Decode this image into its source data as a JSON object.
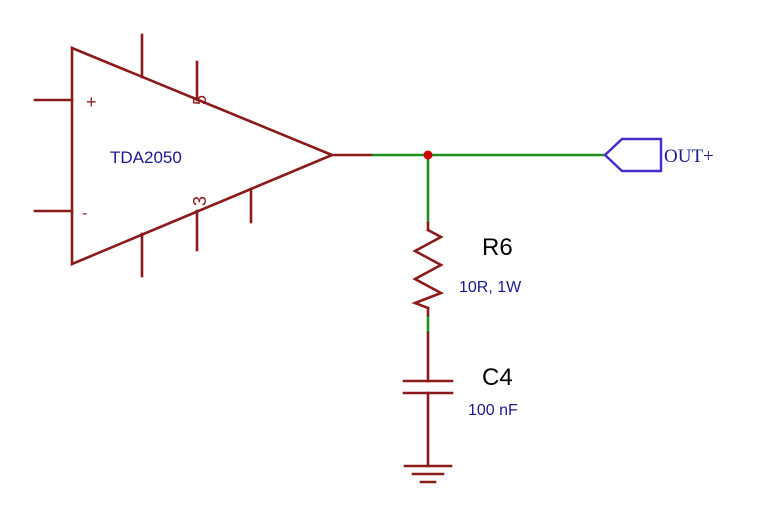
{
  "amplifier": {
    "name": "TDA2050",
    "plus_sign": "+",
    "minus_sign": "-",
    "pin_upper": "5",
    "pin_lower": "3"
  },
  "resistor": {
    "ref": "R6",
    "value": "10R, 1W"
  },
  "capacitor": {
    "ref": "C4",
    "value": "100 nF"
  },
  "output_port": {
    "label": "OUT+"
  },
  "colors": {
    "component": "#8b1a1a",
    "wire": "#1f8f1f",
    "junction": "#cc0000",
    "port": "#4a2ad0",
    "label": "#1a1a8c"
  }
}
